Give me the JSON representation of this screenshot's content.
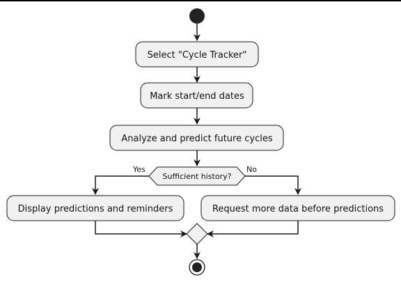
{
  "diagram": {
    "nodes": {
      "select_cycle_tracker": "Select \"Cycle Tracker\"",
      "mark_dates": "Mark start/end dates",
      "analyze_predict": "Analyze and predict future cycles",
      "decision": "Sufficient history?",
      "display_predictions": "Display predictions and reminders",
      "request_more_data": "Request more data before predictions"
    },
    "branches": {
      "yes": "Yes",
      "no": "No"
    },
    "colors": {
      "node_fill": "#f1f1f1",
      "node_stroke": "#181818",
      "line": "#181818",
      "start_fill": "#222222"
    }
  }
}
